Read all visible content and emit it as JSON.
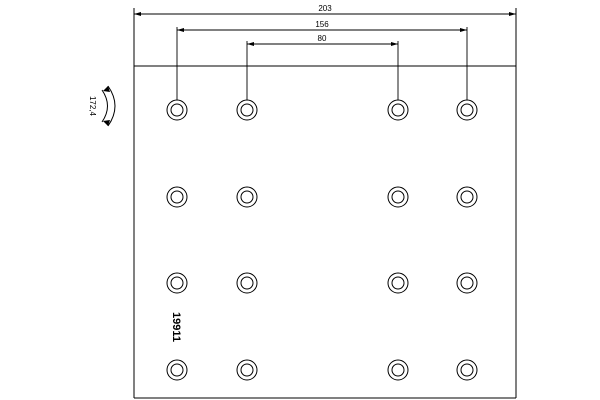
{
  "dimensions": {
    "overall_width": "203",
    "outer_bolt_span": "156",
    "inner_bolt_span": "80"
  },
  "radius_label": "172,4",
  "part_number": "19911",
  "bolt_grid": {
    "rows": 4,
    "columns": 4
  }
}
